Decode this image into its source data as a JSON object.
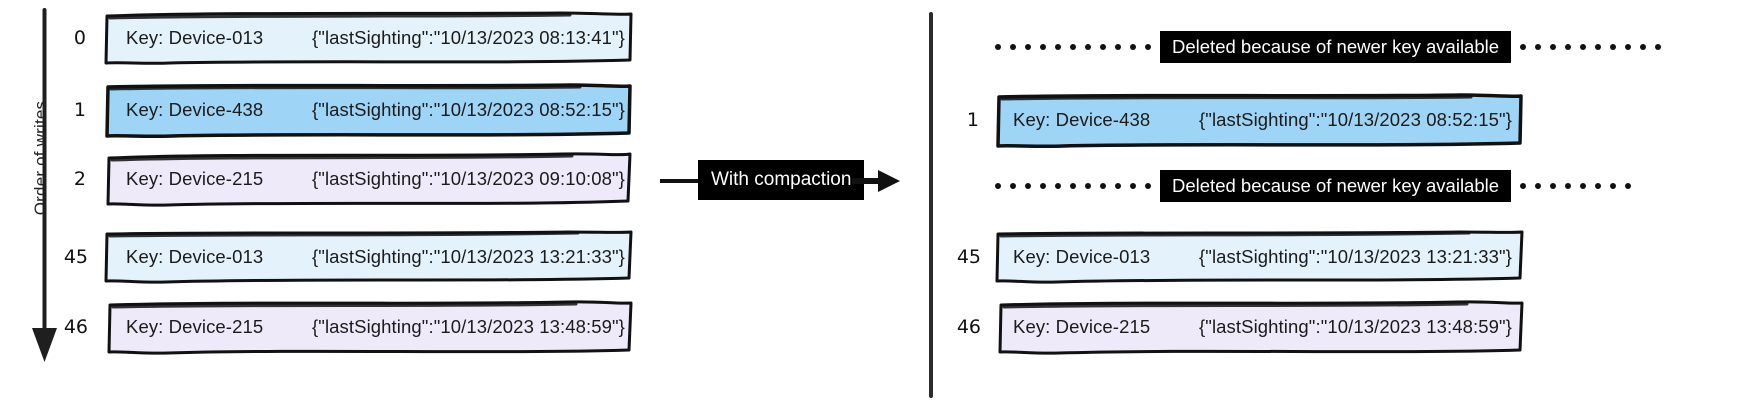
{
  "axis": {
    "label": "Order of writes",
    "arrow_icon": "down-arrow-icon"
  },
  "left_panel": {
    "name": "uncompacted-log",
    "rows": [
      {
        "index": "0",
        "key": "Key: Device-013",
        "value": "{\"lastSighting\":\"10/13/2023 08:13:41\"}",
        "fill": "#e3f2fb"
      },
      {
        "index": "1",
        "key": "Key: Device-438",
        "value": "{\"lastSighting\":\"10/13/2023 08:52:15\"}",
        "fill": "#9ed4f5"
      },
      {
        "index": "2",
        "key": "Key: Device-215",
        "value": "{\"lastSighting\":\"10/13/2023 09:10:08\"}",
        "fill": "#efeafa"
      },
      {
        "index": "45",
        "key": "Key: Device-013",
        "value": "{\"lastSighting\":\"10/13/2023 13:21:33\"}",
        "fill": "#e3f2fb"
      },
      {
        "index": "46",
        "key": "Key: Device-215",
        "value": "{\"lastSighting\":\"10/13/2023 13:48:59\"}",
        "fill": "#efeafa"
      }
    ]
  },
  "transform": {
    "label": "With compaction",
    "arrow_icon": "right-arrow-icon"
  },
  "right_panel": {
    "name": "compacted-log",
    "deleted_note": "Deleted because of newer key available",
    "rows": [
      {
        "index": "1",
        "key": "Key: Device-438",
        "value": "{\"lastSighting\":\"10/13/2023 08:52:15\"}",
        "fill": "#9ed4f5"
      },
      {
        "index": "45",
        "key": "Key: Device-013",
        "value": "{\"lastSighting\":\"10/13/2023 13:21:33\"}",
        "fill": "#e3f2fb"
      },
      {
        "index": "46",
        "key": "Key: Device-215",
        "value": "{\"lastSighting\":\"10/13/2023 13:48:59\"}",
        "fill": "#efeafa"
      }
    ]
  },
  "colors": {
    "pale_blue": "#e3f2fb",
    "blue": "#9ed4f5",
    "lavender": "#efeafa",
    "ink": "#111111"
  }
}
